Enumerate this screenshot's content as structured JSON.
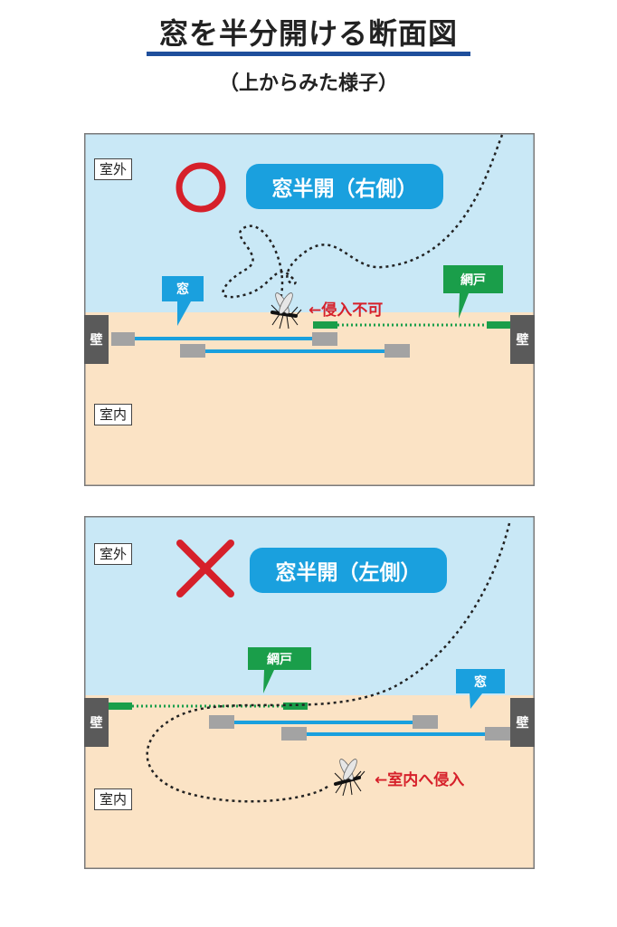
{
  "title": "窓を半分開ける断面図",
  "subtitle": "（上からみた様子）",
  "colors": {
    "outdoor": "#c9e8f6",
    "indoor": "#fbe3c5",
    "wall": "#5a5a5a",
    "glass_line": "#1aa0de",
    "frame": "#a3a3a3",
    "screen": "#1a9e4a",
    "accent_red": "#d6202a",
    "title_bar": "#1f4f9c"
  },
  "panels": [
    {
      "outside_label": "室外",
      "inside_label": "室内",
      "wall_label": "壁",
      "verdict_icon": "circle-ok-icon",
      "heading": "窓半開（右側）",
      "window_label": "窓",
      "screen_label": "網戸",
      "annotation": "←侵入不可"
    },
    {
      "outside_label": "室外",
      "inside_label": "室内",
      "wall_label": "壁",
      "verdict_icon": "cross-ng-icon",
      "heading": "窓半開（左側）",
      "window_label": "窓",
      "screen_label": "網戸",
      "annotation": "←室内へ侵入"
    }
  ]
}
